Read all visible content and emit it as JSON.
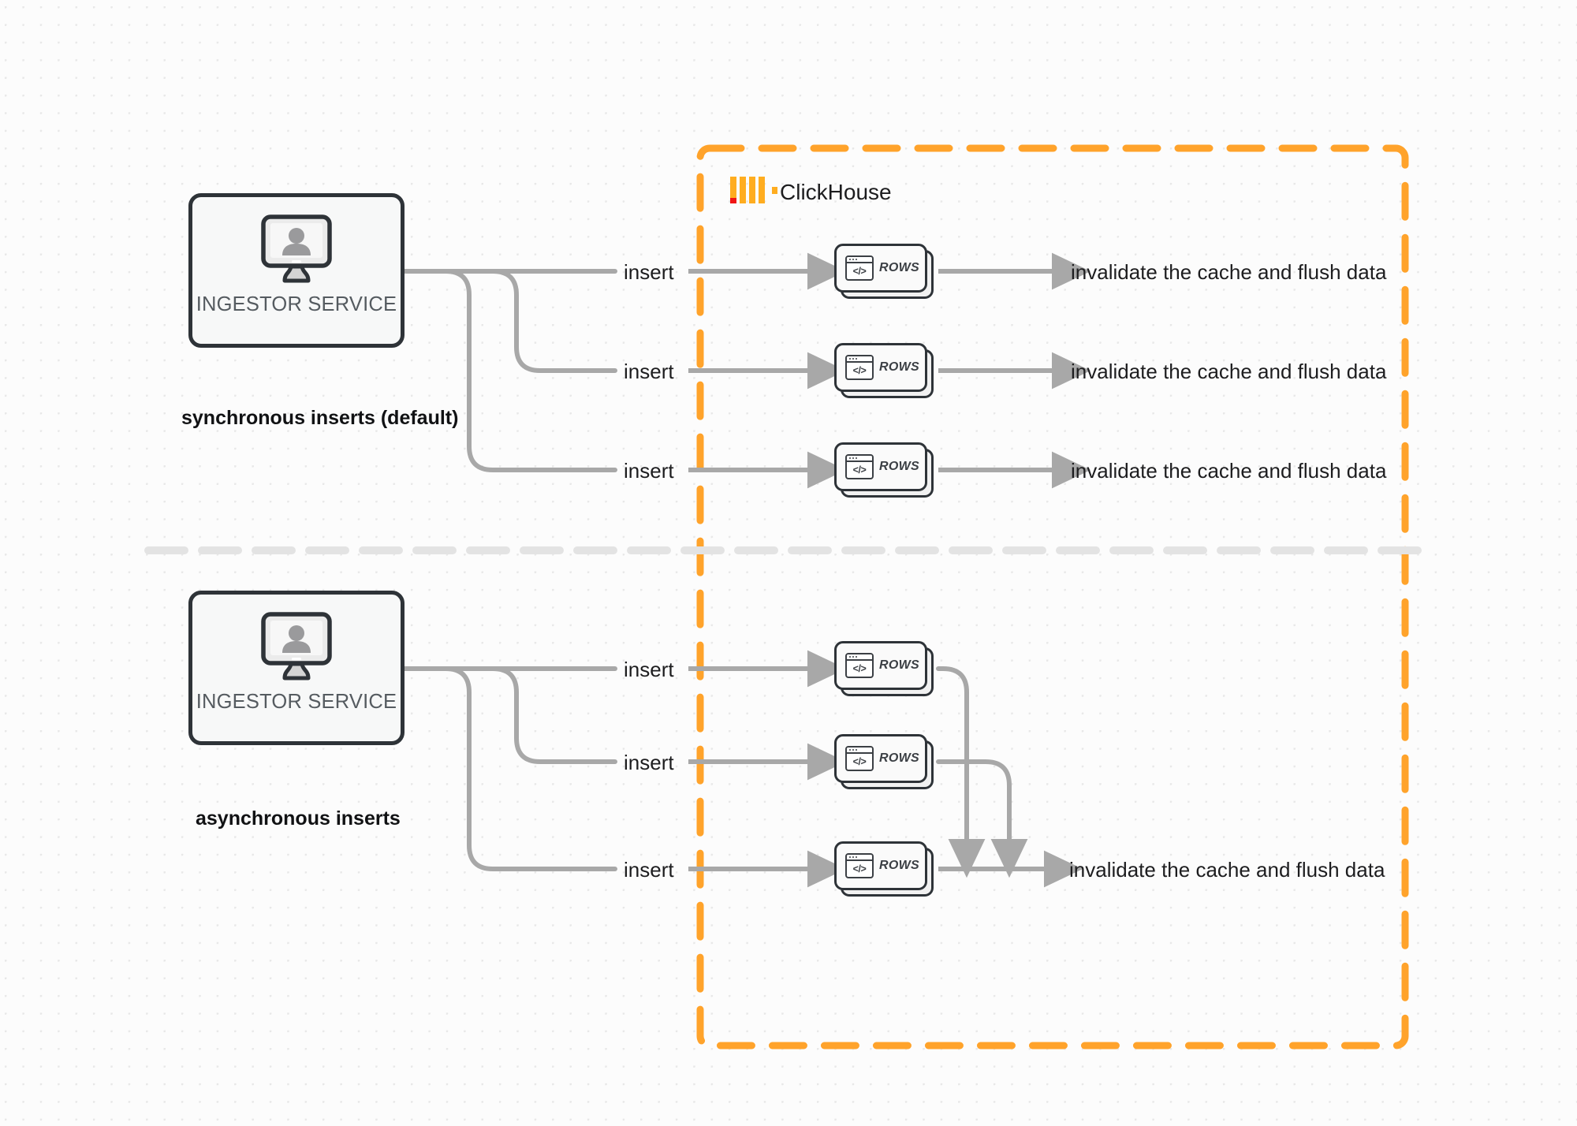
{
  "diagram": {
    "title": "ClickHouse synchronous vs asynchronous inserts",
    "colors": {
      "accent_orange": "#ffa32b",
      "logo_red": "#f11515",
      "edge_gray": "#a8a8a8",
      "node_border": "#2e3338",
      "background": "#fcfcfc"
    }
  },
  "group": {
    "name": "clickhouse-boundary",
    "title": "ClickHouse",
    "logo_icon": "clickhouse-logo",
    "border_style": "dashed",
    "border_color": "#ffa32b"
  },
  "sections": [
    {
      "id": "synchronous",
      "caption": "synchronous inserts (default)",
      "service": {
        "label": "INGESTOR SERVICE",
        "icon": "monitor-user-icon"
      },
      "rows": [
        {
          "insert_label": "insert",
          "card_label": "ROWS",
          "card_icon": "code-window-icon",
          "result_label": "invalidate the cache and flush data"
        },
        {
          "insert_label": "insert",
          "card_label": "ROWS",
          "card_icon": "code-window-icon",
          "result_label": "invalidate the cache and flush data"
        },
        {
          "insert_label": "insert",
          "card_label": "ROWS",
          "card_icon": "code-window-icon",
          "result_label": "invalidate the cache and flush data"
        }
      ]
    },
    {
      "id": "asynchronous",
      "caption": "asynchronous inserts",
      "service": {
        "label": "INGESTOR SERVICE",
        "icon": "monitor-user-icon"
      },
      "rows": [
        {
          "insert_label": "insert",
          "card_label": "ROWS",
          "card_icon": "code-window-icon"
        },
        {
          "insert_label": "insert",
          "card_label": "ROWS",
          "card_icon": "code-window-icon"
        },
        {
          "insert_label": "insert",
          "card_label": "ROWS",
          "card_icon": "code-window-icon"
        }
      ],
      "merged_result_label": "invalidate the cache and flush data"
    }
  ],
  "divider": {
    "name": "section-divider",
    "style": "dashed"
  }
}
